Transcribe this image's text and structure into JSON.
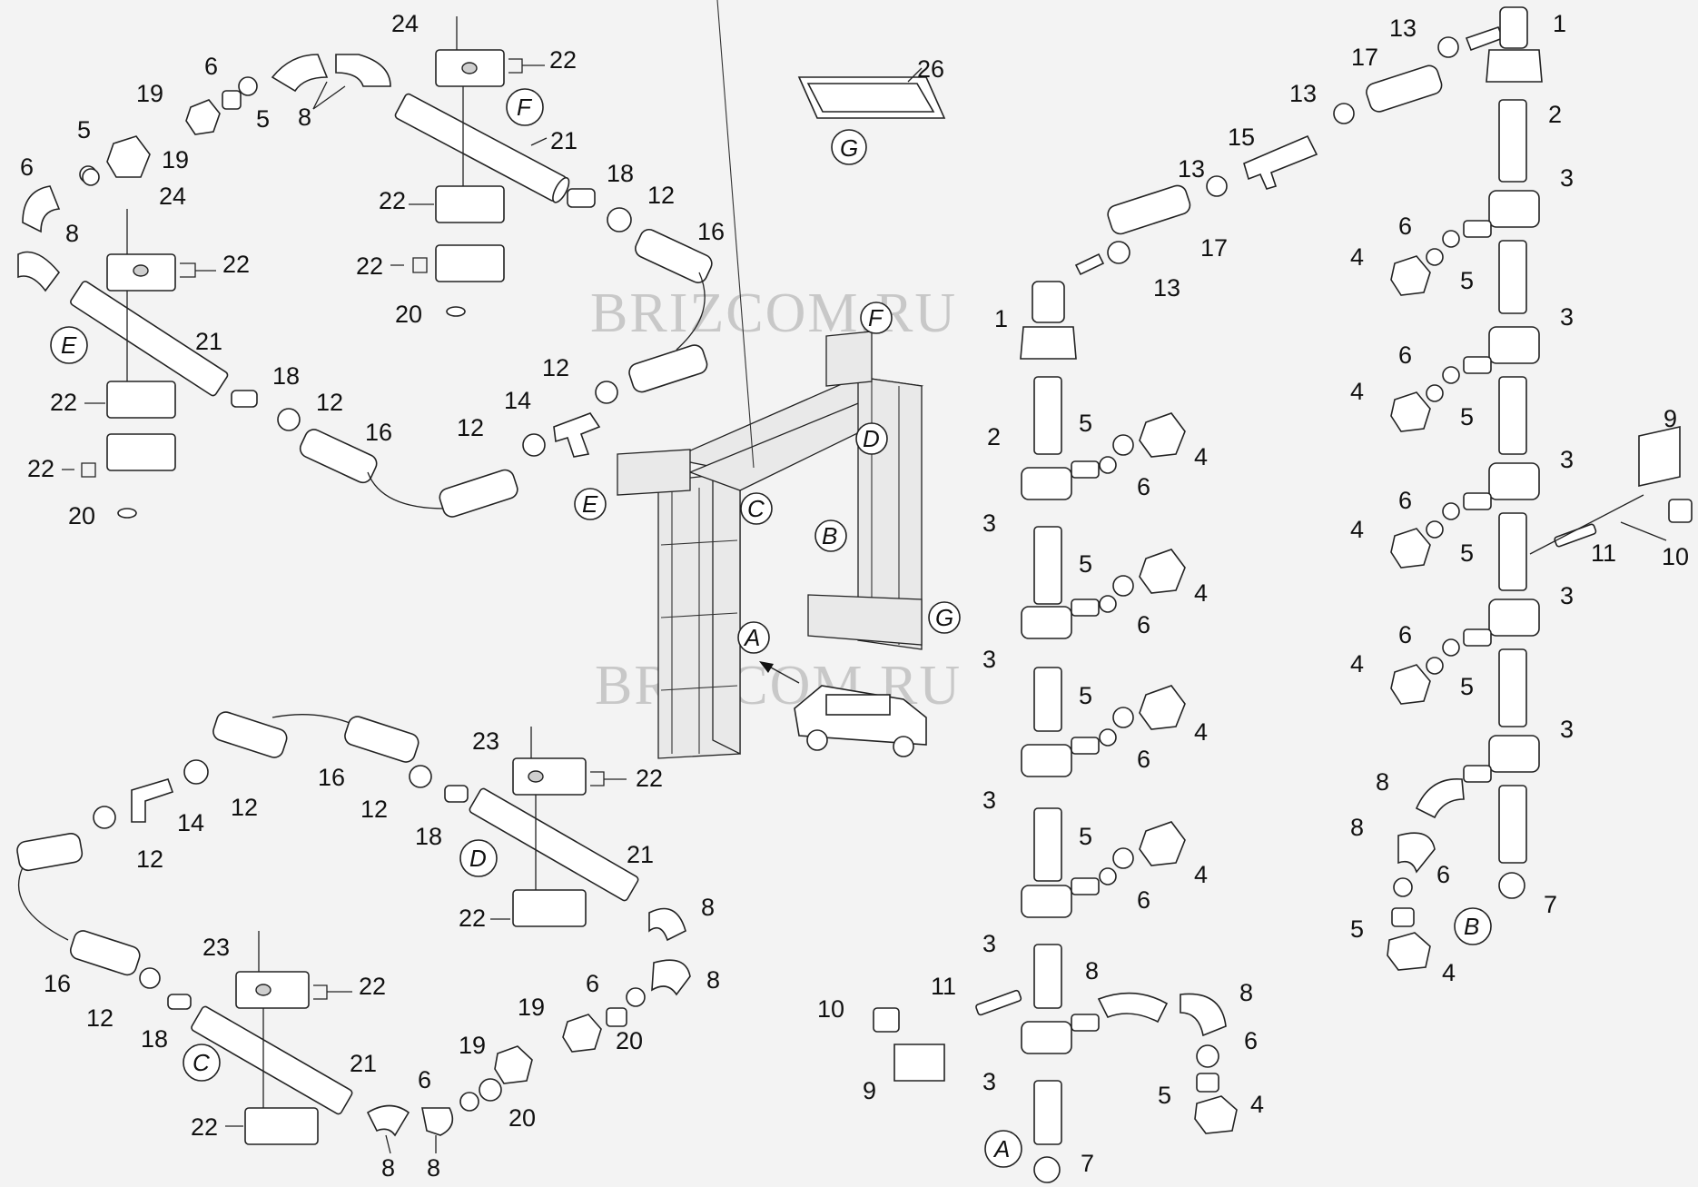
{
  "watermark": "BRIZCOM.RU",
  "circle_labels": [
    "A",
    "B",
    "C",
    "D",
    "E",
    "F",
    "G"
  ],
  "callouts": [
    "1",
    "2",
    "3",
    "4",
    "5",
    "6",
    "7",
    "8",
    "9",
    "10",
    "11",
    "12",
    "13",
    "14",
    "15",
    "16",
    "17",
    "18",
    "19",
    "20",
    "21",
    "22",
    "23",
    "24",
    "26"
  ]
}
